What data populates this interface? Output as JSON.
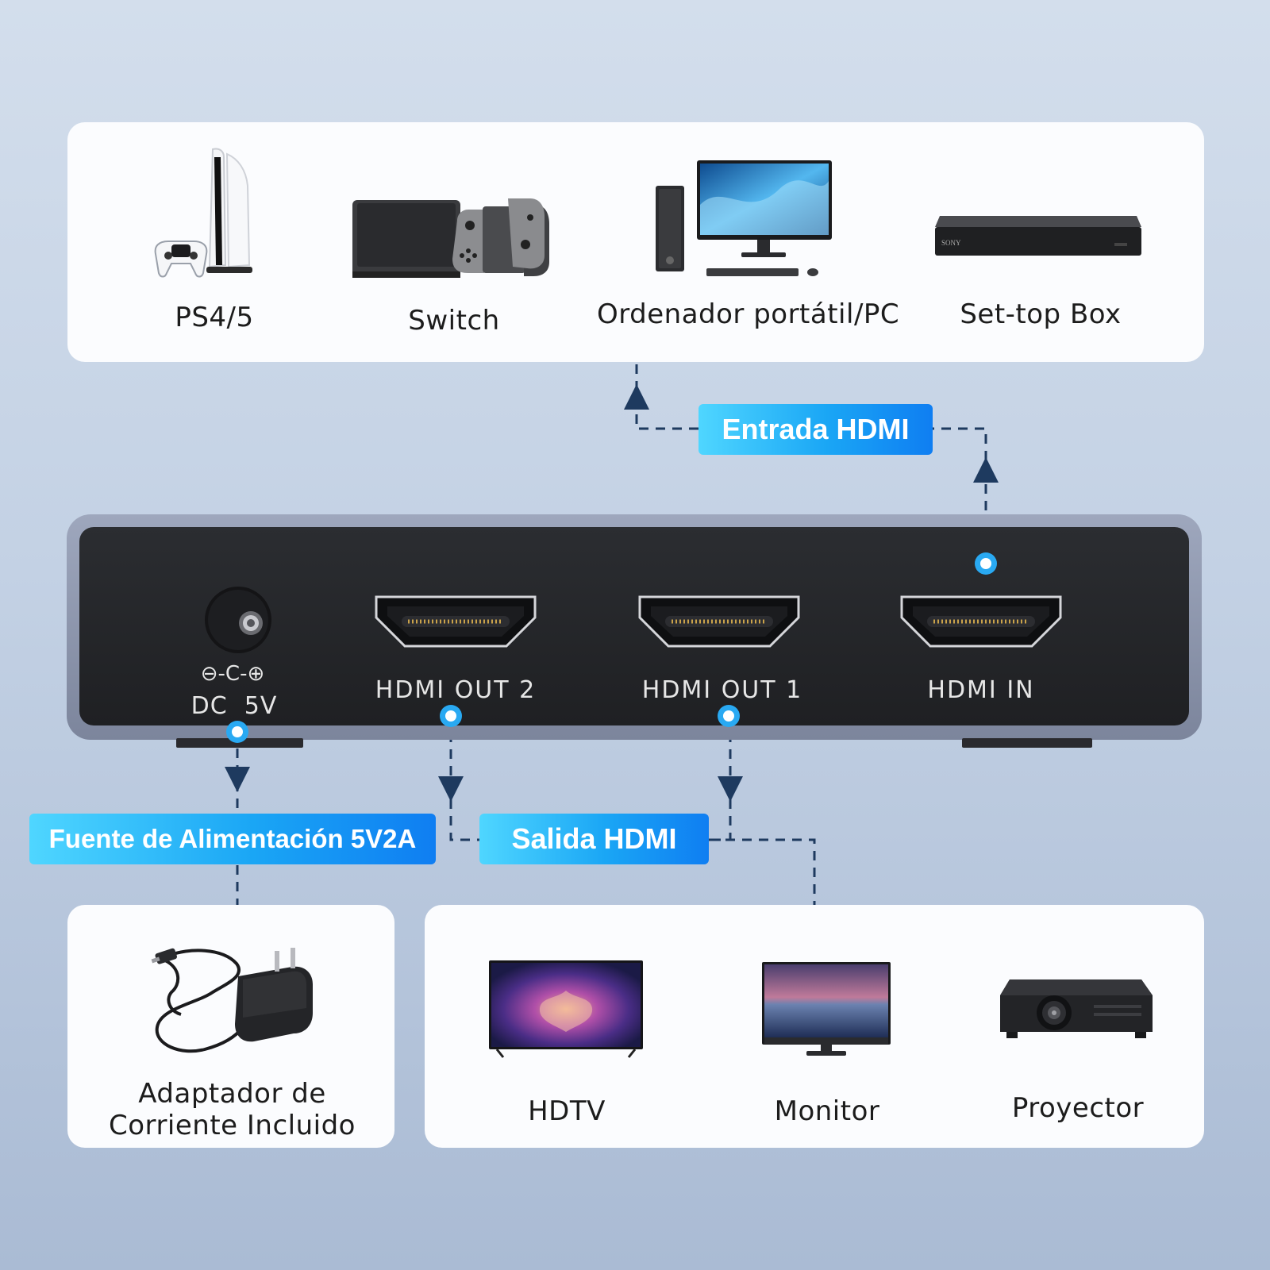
{
  "sources": [
    {
      "label": "PS4/5",
      "icon": "console-icon"
    },
    {
      "label": "Switch",
      "icon": "handheld-console-icon"
    },
    {
      "label": "Ordenador portátil/PC",
      "icon": "desktop-pc-icon"
    },
    {
      "label": "Set-top Box",
      "icon": "set-top-box-icon"
    }
  ],
  "set_top_brand": "SONY",
  "callouts": {
    "input": "Entrada HDMI",
    "power": "Fuente de Alimentación 5V2A",
    "output": "Salida HDMI"
  },
  "ports": {
    "dc_symbol": "⊖-C-⊕",
    "dc": "DC  5V",
    "out2": "HDMI OUT 2",
    "out1": "HDMI OUT 1",
    "in": "HDMI IN"
  },
  "power_card": {
    "label_line1": "Adaptador de",
    "label_line2": "Corriente Incluido",
    "icon": "power-adapter-icon"
  },
  "displays": [
    {
      "label": "HDTV",
      "icon": "tv-icon"
    },
    {
      "label": "Monitor",
      "icon": "monitor-icon"
    },
    {
      "label": "Proyector",
      "icon": "projector-icon"
    }
  ],
  "colors": {
    "accent": "#1aa6f5",
    "dash": "#1e3a5f",
    "panel": "#232427"
  }
}
